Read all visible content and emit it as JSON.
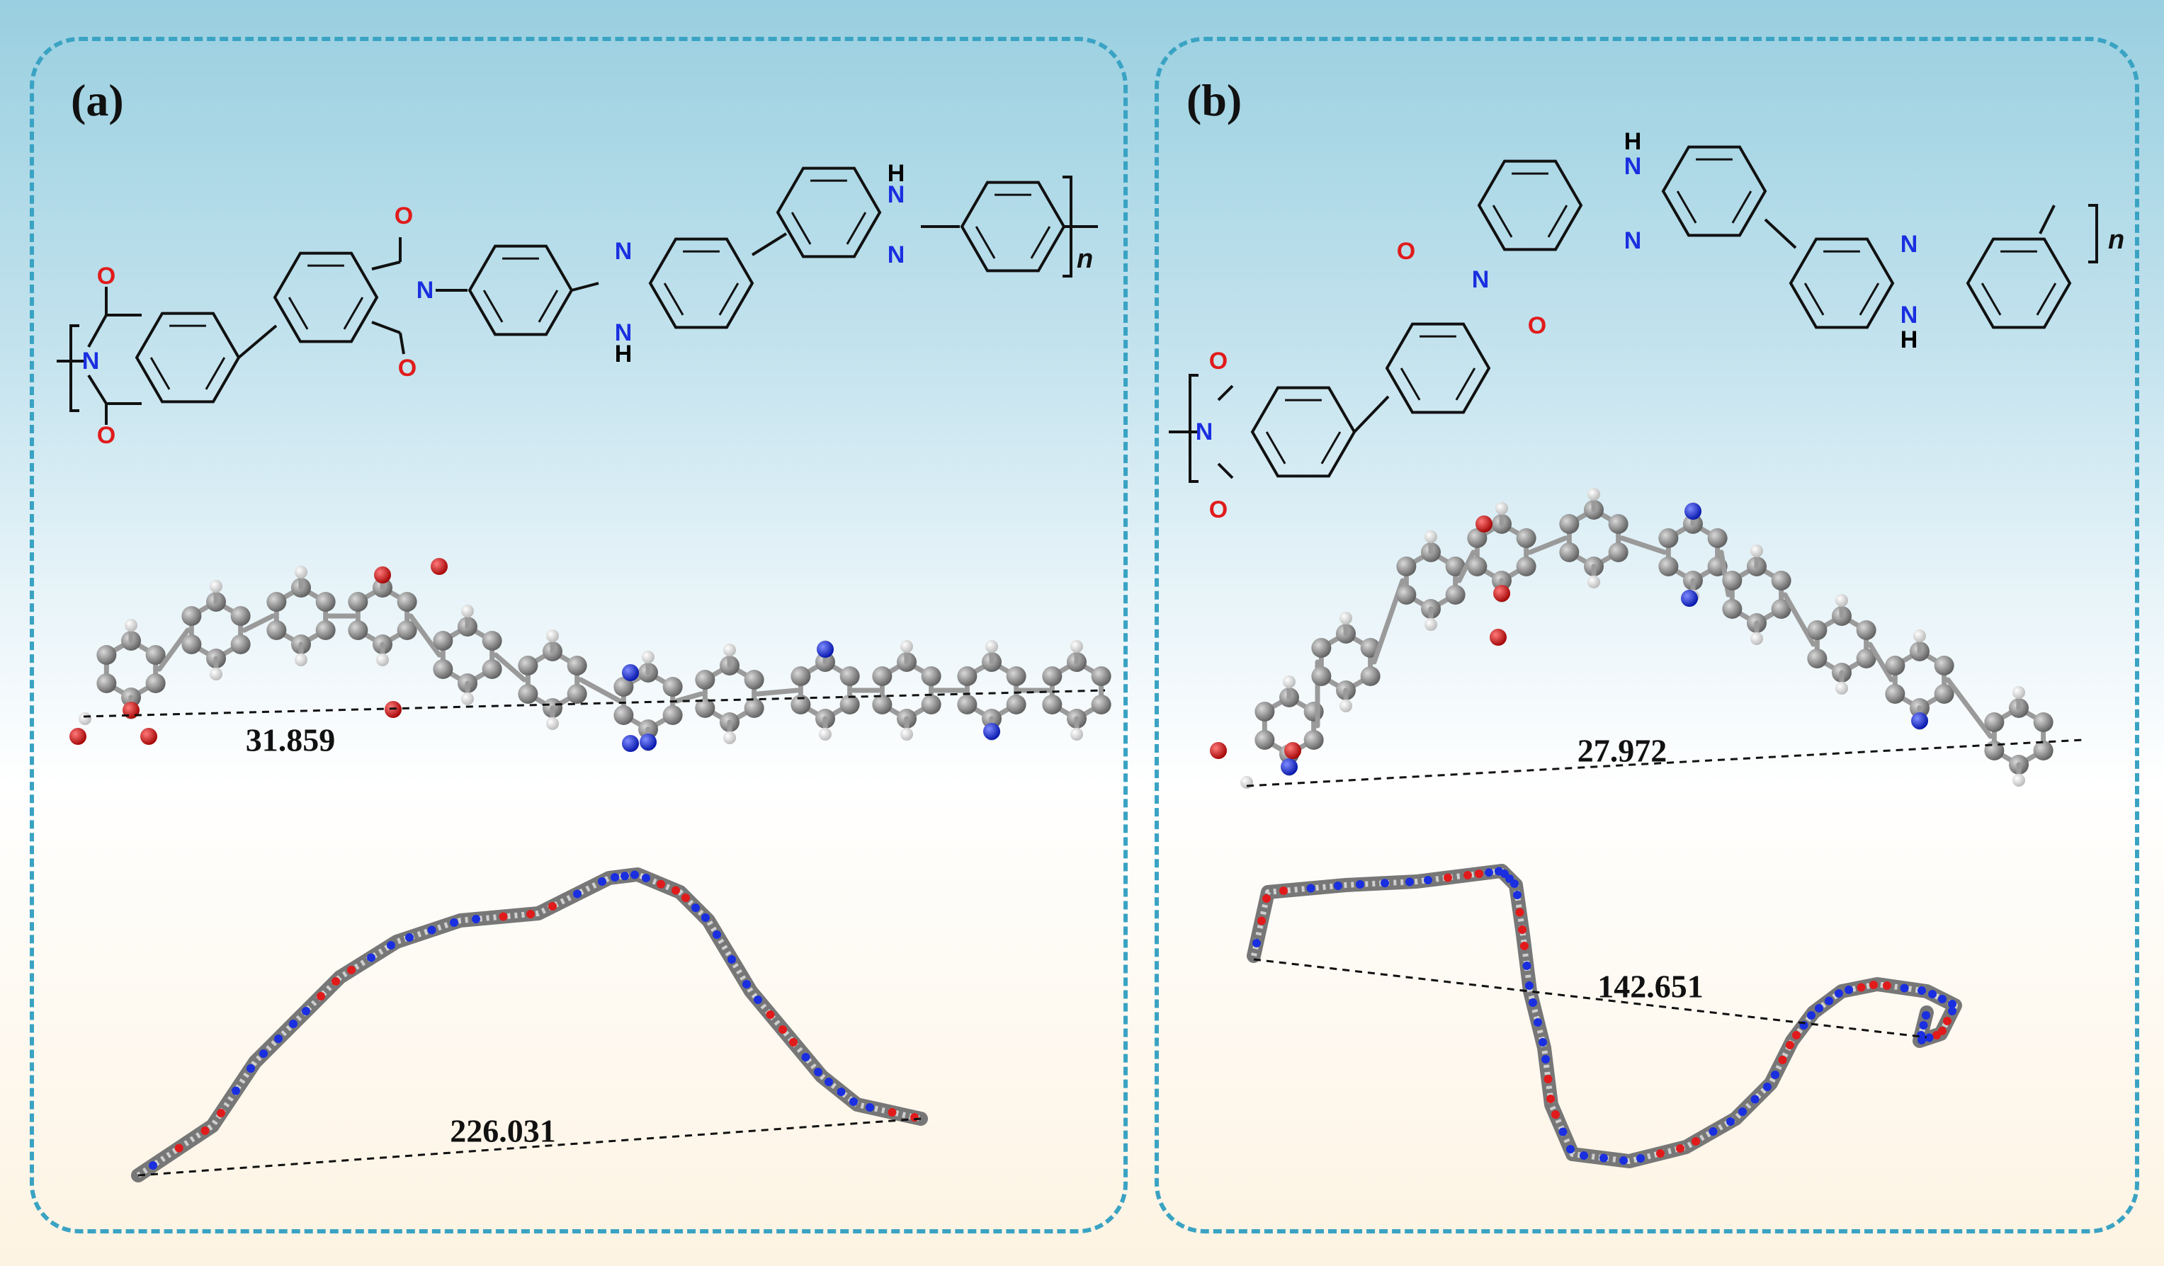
{
  "panels": [
    {
      "id": "a",
      "label": "(a)",
      "repeat_subscript": "n",
      "monomer_distance": "31.859",
      "chain_distance": "226.031"
    },
    {
      "id": "b",
      "label": "(b)",
      "repeat_subscript": "n",
      "monomer_distance": "27.972",
      "chain_distance": "142.651"
    }
  ],
  "atom_labels": {
    "oxygen": "O",
    "nitrogen": "N",
    "nh": "H"
  },
  "colors": {
    "frame": "#3aa3c3",
    "carbon": "#8c8c8c",
    "hydrogen": "#f2f2f2",
    "oxygen": "#e11b1b",
    "nitrogen": "#1a2fe0",
    "bond": "#333333"
  }
}
